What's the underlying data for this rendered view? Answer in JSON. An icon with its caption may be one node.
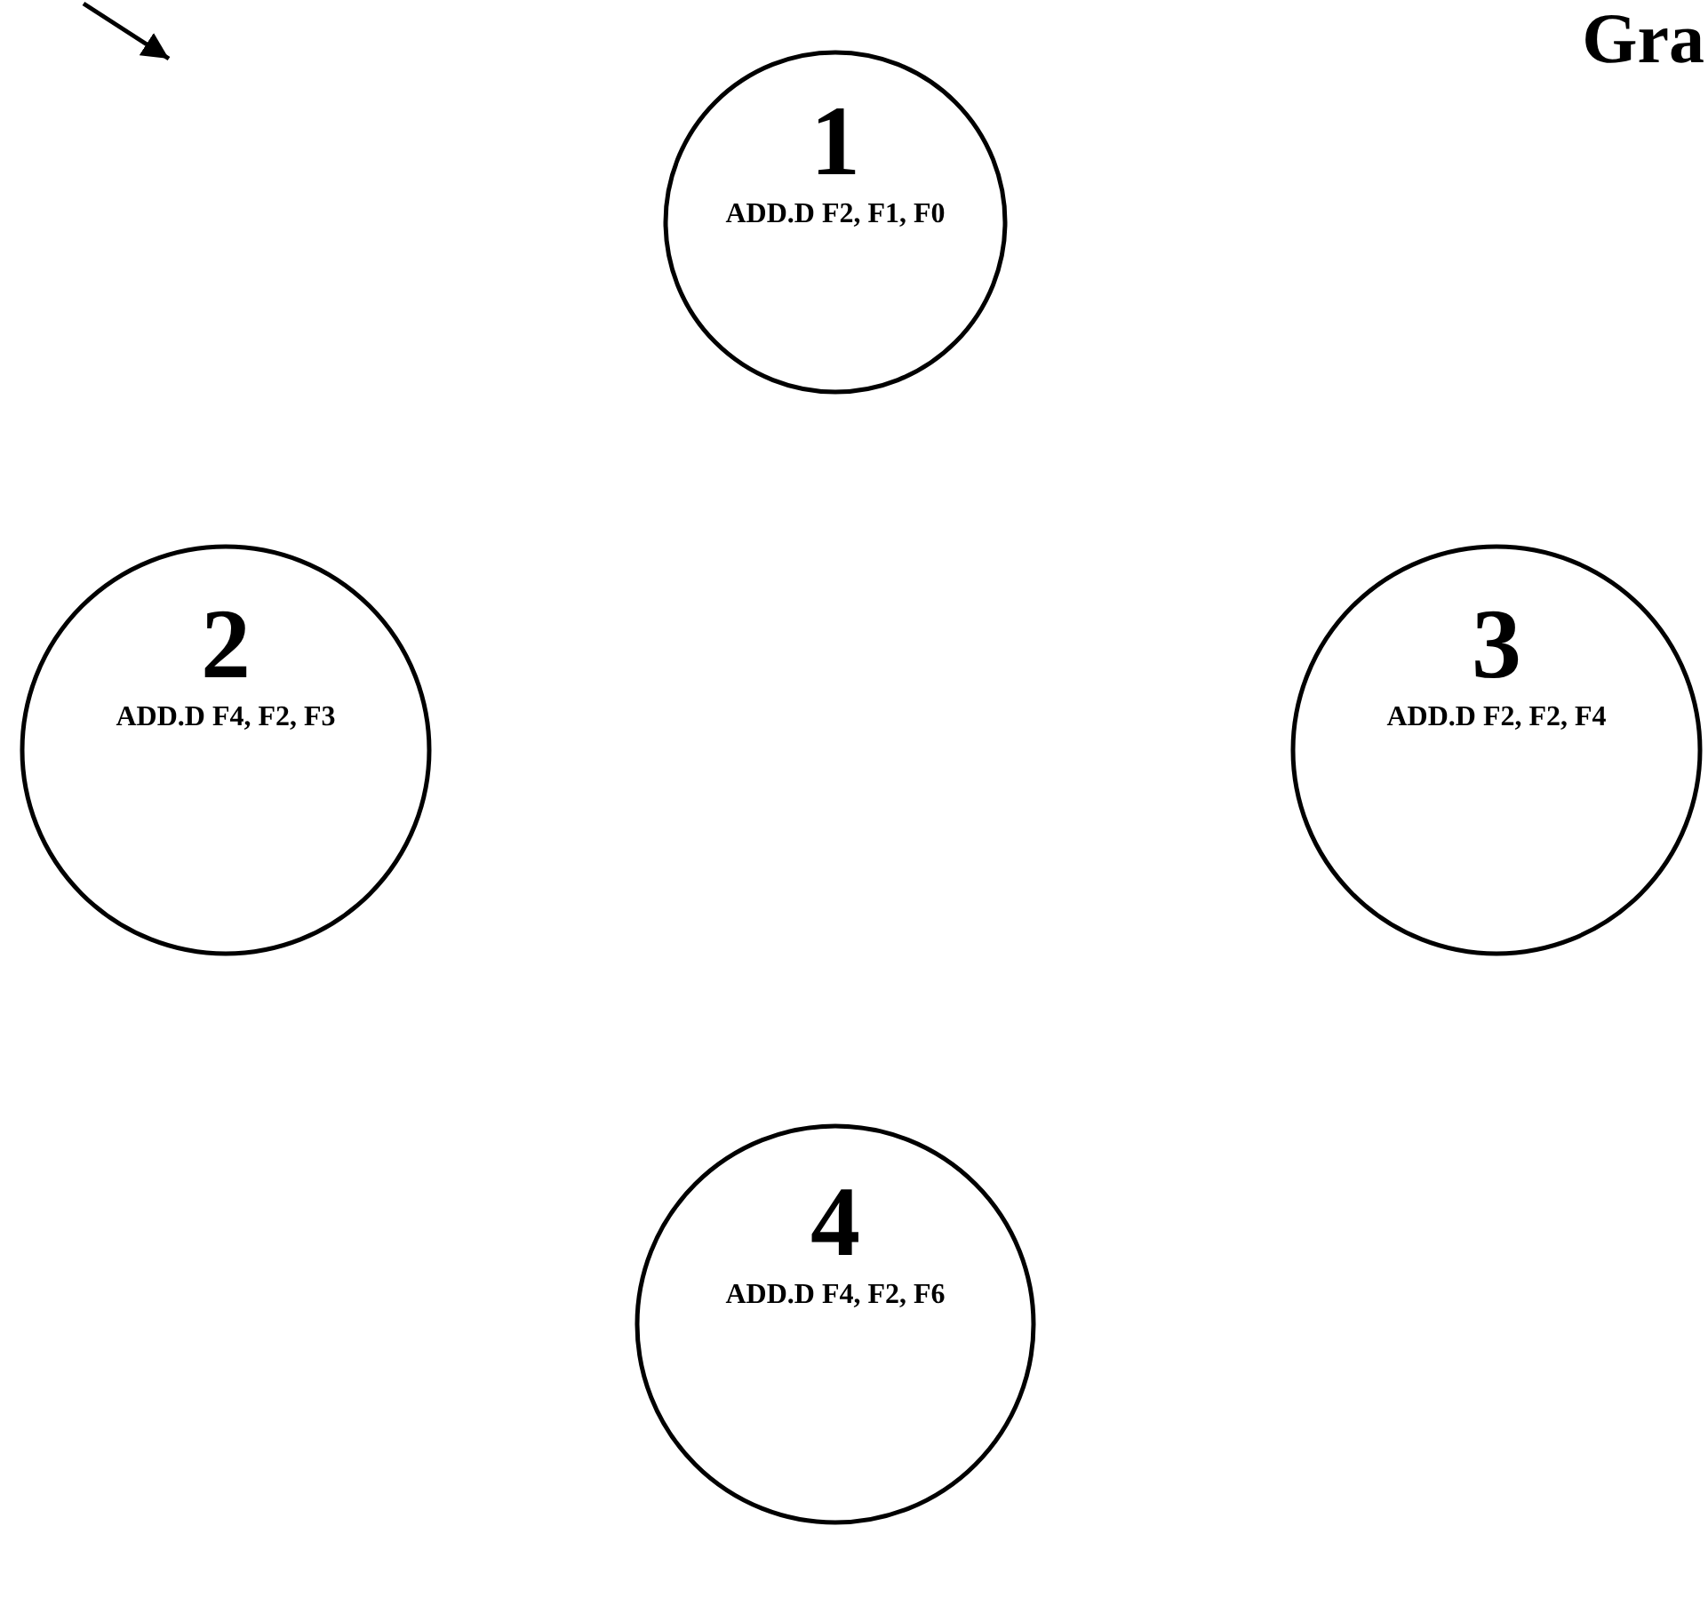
{
  "diagram": {
    "nodes": [
      {
        "text": [
          "1",
          "ADD.D F2, F1, F0"
        ]
      },
      {
        "text": [
          "2",
          "ADD.D F4, F2, F3"
        ]
      },
      {
        "text": [
          "3",
          "ADD.D F2, F2, F4"
        ]
      },
      {
        "text": [
          "4",
          "ADD.D F4, F2, F6"
        ]
      }
    ],
    "labels": [
      "Gra"
    ]
  }
}
